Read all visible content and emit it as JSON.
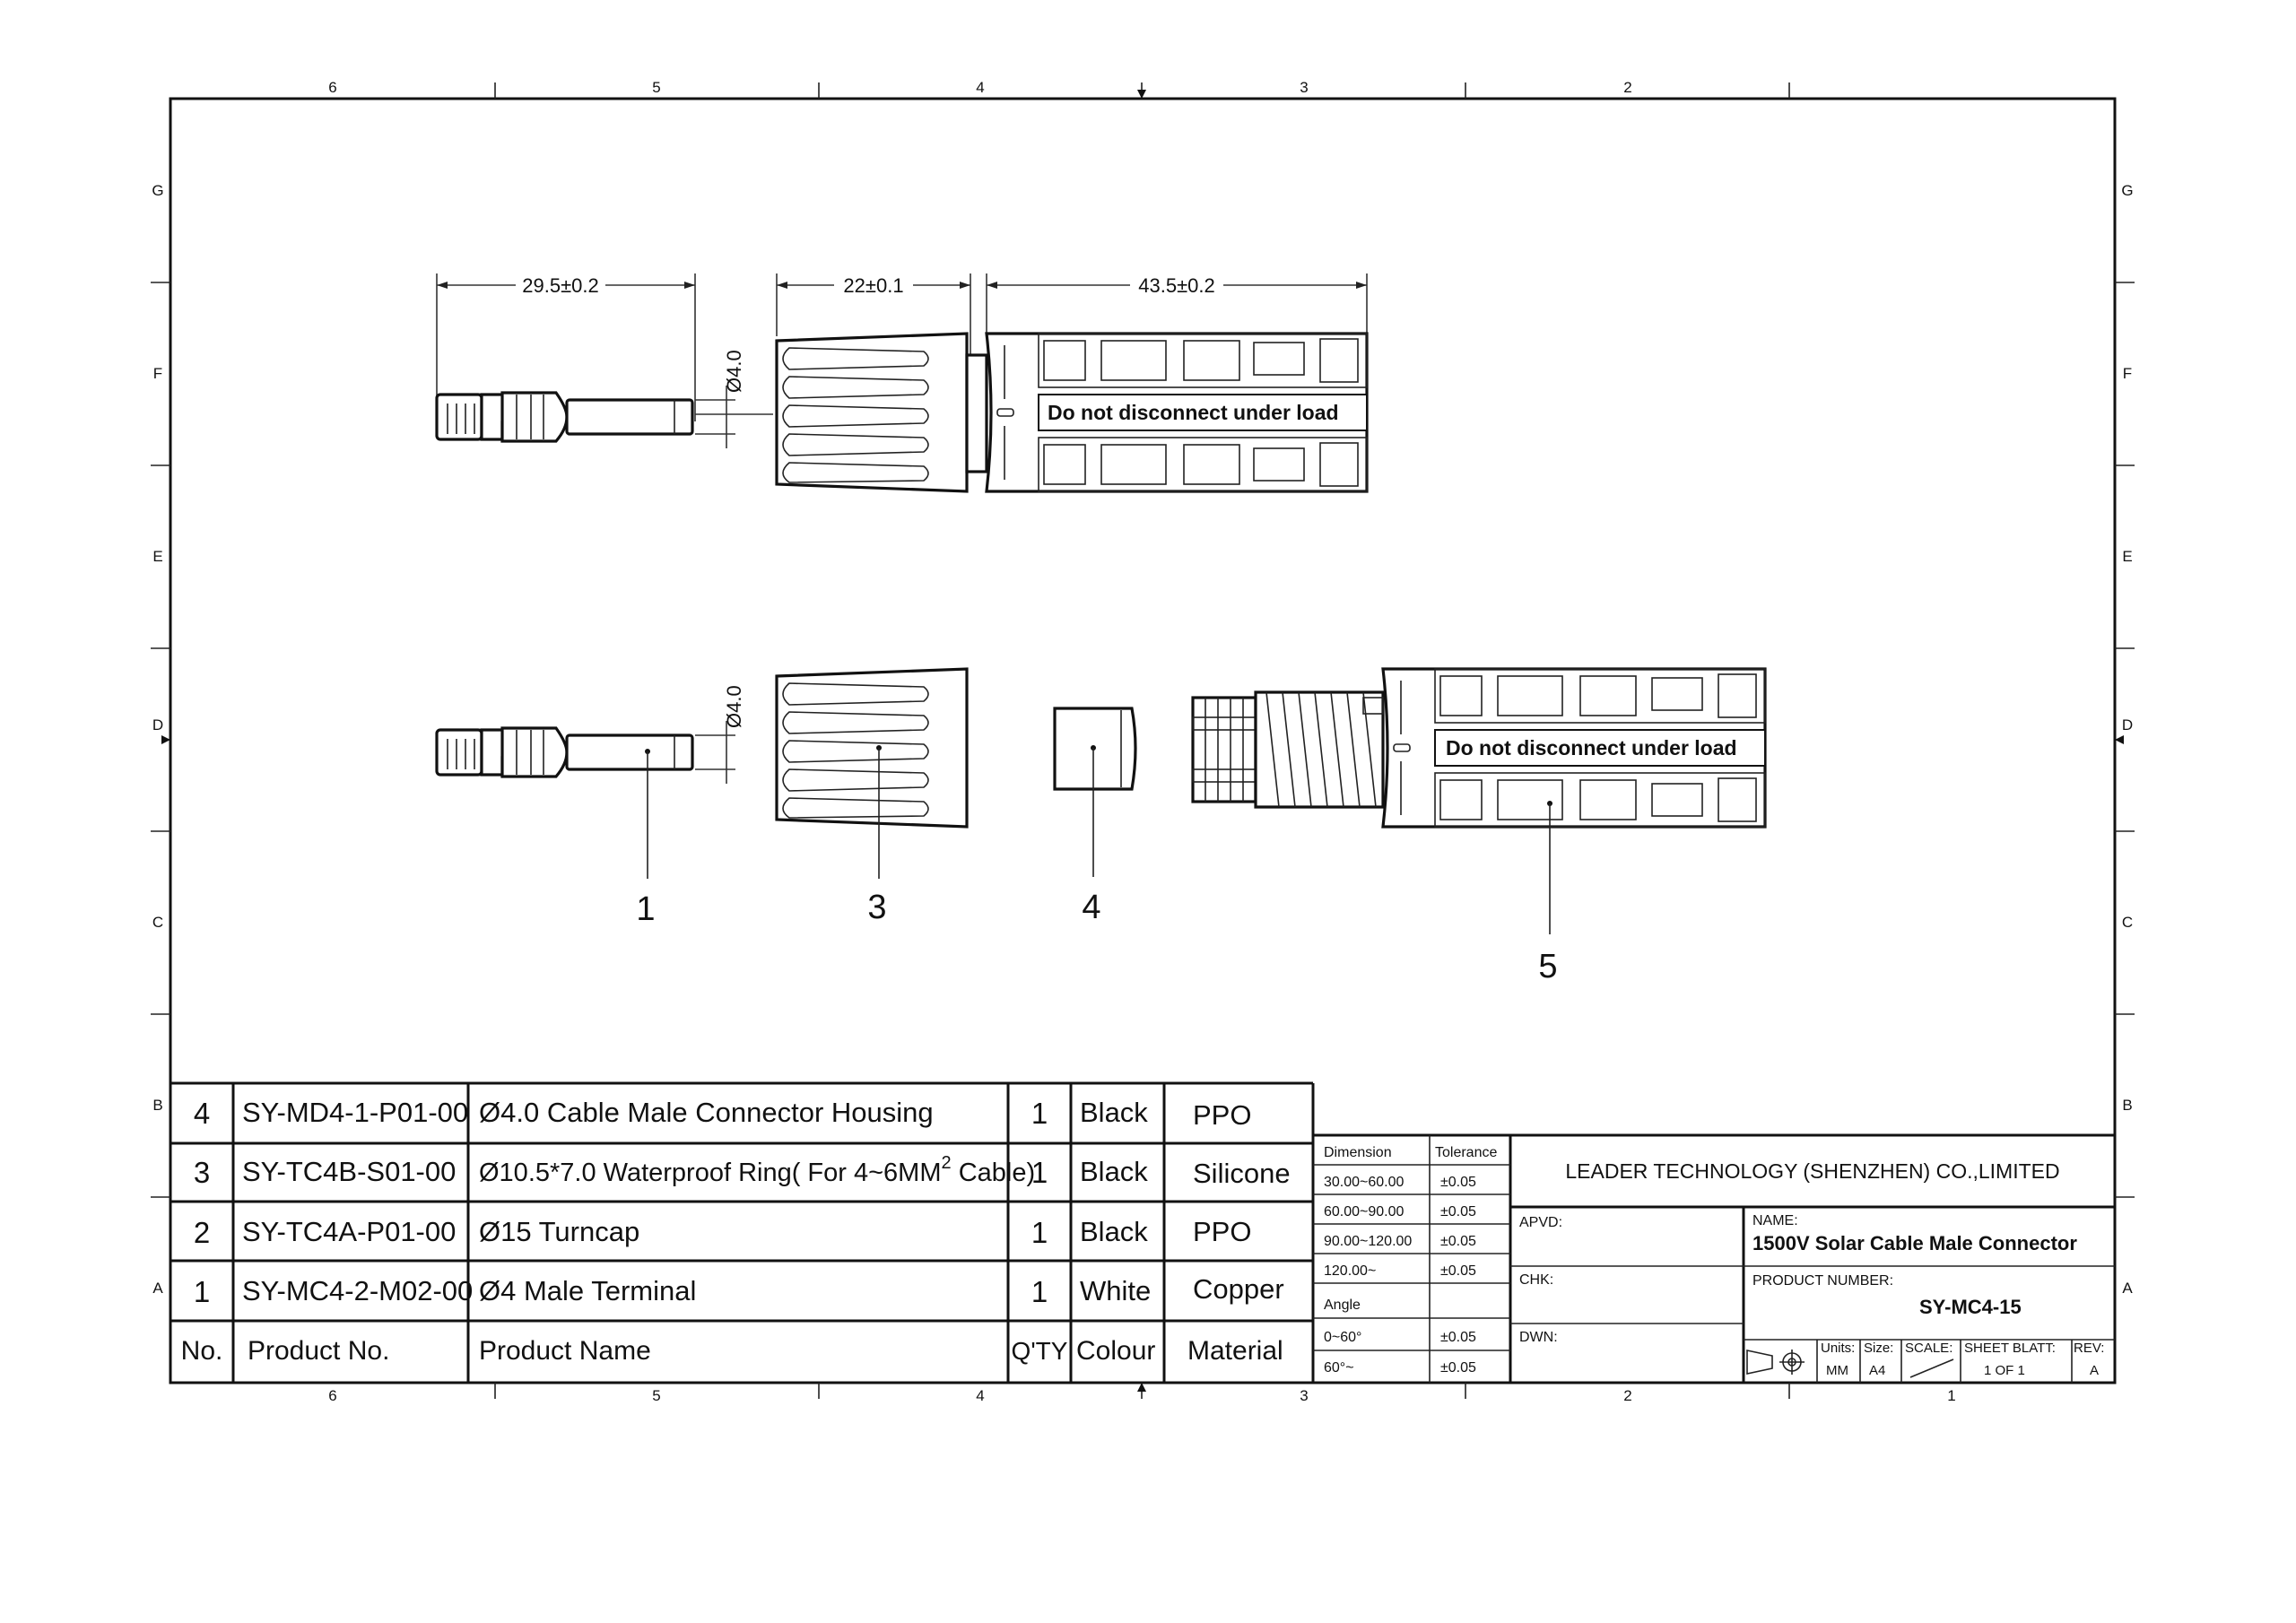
{
  "border": {
    "col_labels_top": [
      "6",
      "5",
      "4",
      "3",
      "2"
    ],
    "col_labels_bottom": [
      "6",
      "5",
      "4",
      "3",
      "2",
      "1"
    ],
    "row_labels": [
      "G",
      "F",
      "E",
      "D",
      "C",
      "B",
      "A"
    ]
  },
  "views": {
    "assembled": {
      "dim_terminal": "29.5±0.2",
      "dim_turncap": "22±0.1",
      "dim_housing": "43.5±0.2",
      "dia": "Ø4.0",
      "housing_text": "Do not disconnect under load"
    },
    "exploded": {
      "dia": "Ø4.0",
      "housing_text": "Do not disconnect under load",
      "balloons": [
        "1",
        "3",
        "4",
        "5"
      ]
    }
  },
  "bom": {
    "rows": [
      {
        "no": "4",
        "product_no": "SY-MD4-1-P01-00",
        "name": "Ø4.0 Cable Male Connector Housing",
        "qty": "1",
        "colour": "Black",
        "material": "PPO"
      },
      {
        "no": "3",
        "product_no": "SY-TC4B-S01-00",
        "name": "Ø10.5*7.0  Waterproof  Ring( For 4~6MM",
        "name_sup": "2",
        "name_tail": " Cable)",
        "qty": "1",
        "colour": "Black",
        "material": "Silicone"
      },
      {
        "no": "2",
        "product_no": "SY-TC4A-P01-00",
        "name": "Ø15  Turncap",
        "qty": "1",
        "colour": "Black",
        "material": "PPO"
      },
      {
        "no": "1",
        "product_no": "SY-MC4-2-M02-00",
        "name": "Ø4 Male Terminal",
        "qty": "1",
        "colour": "White",
        "material": "Copper"
      }
    ],
    "headers": {
      "no": "No.",
      "product_no": "Product  No.",
      "name": "Product  Name",
      "qty": "Q'TY",
      "colour": "Colour",
      "material": "Material"
    }
  },
  "tolerance": {
    "headers": [
      "Dimension",
      "Tolerance"
    ],
    "rows": [
      [
        "30.00~60.00",
        "±0.05"
      ],
      [
        "60.00~90.00",
        "±0.05"
      ],
      [
        "90.00~120.00",
        "±0.05"
      ],
      [
        "120.00~",
        "±0.05"
      ],
      [
        "Angle",
        ""
      ],
      [
        "0~60°",
        "±0.05"
      ],
      [
        "60°~",
        "±0.05"
      ]
    ]
  },
  "title_block": {
    "company": "LEADER TECHNOLOGY (SHENZHEN) CO.,LIMITED",
    "apvd": "APVD:",
    "chk": "CHK:",
    "dwn": "DWN:",
    "name_label": "NAME:",
    "name_value": "1500V Solar Cable Male Connector",
    "product_number_label": "PRODUCT  NUMBER:",
    "product_number_value": "SY-MC4-15",
    "units_label": "Units:",
    "units_value": "MM",
    "size_label": "Size:",
    "size_value": "A4",
    "scale_label": "SCALE:",
    "sheet_label": "SHEET BLATT:",
    "sheet_value": "1   OF   1",
    "rev_label": "REV:",
    "rev_value": "A"
  }
}
